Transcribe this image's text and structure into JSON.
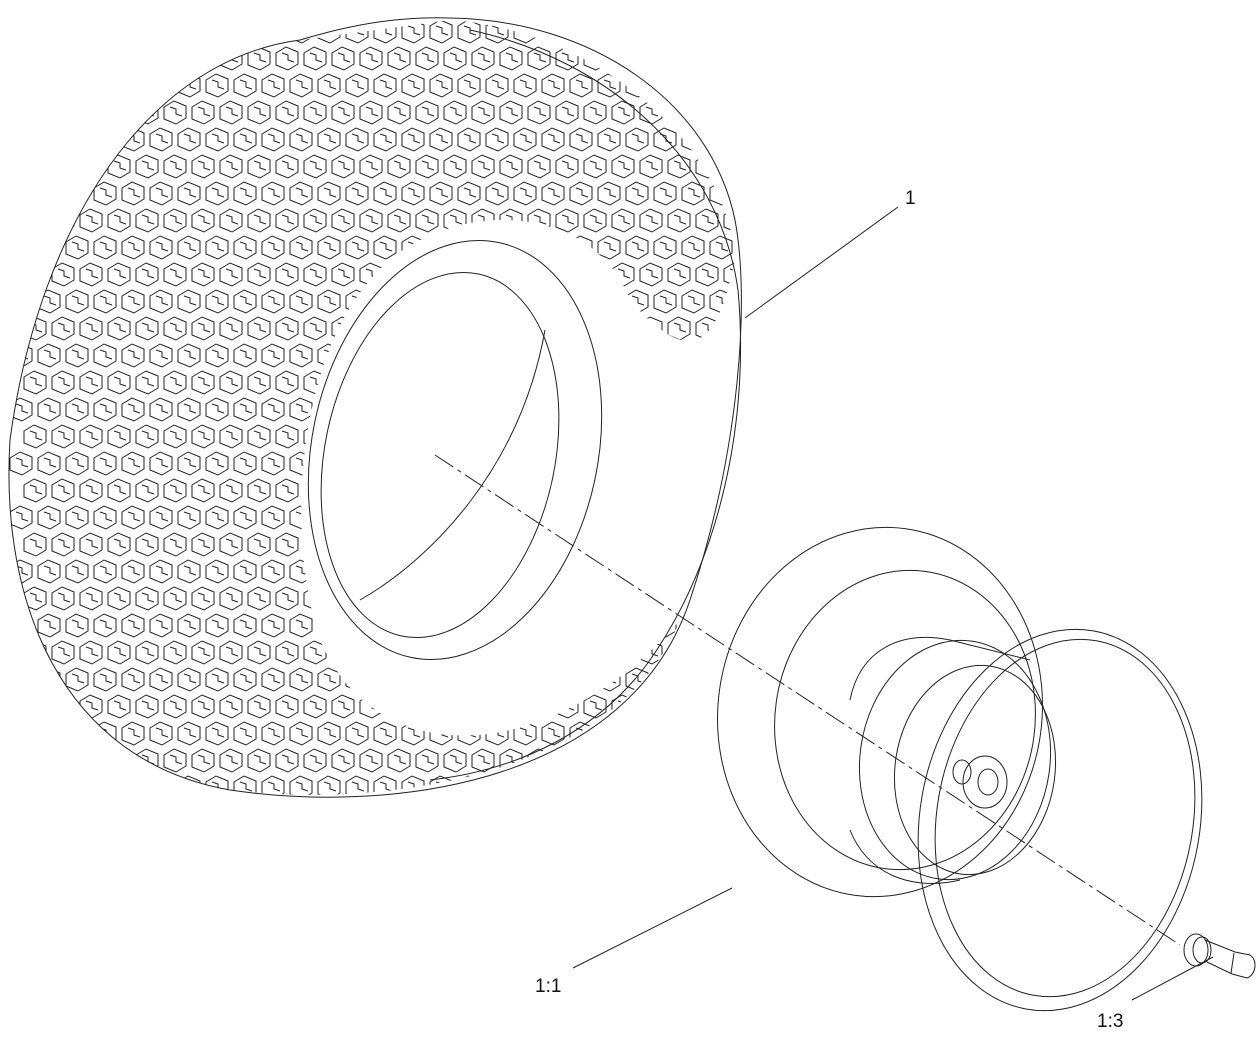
{
  "diagram": {
    "callouts": [
      {
        "id": "1",
        "label": "1",
        "part": "tire"
      },
      {
        "id": "1:1",
        "label": "1:1",
        "part": "wheel-rim"
      },
      {
        "id": "1:3",
        "label": "1:3",
        "part": "valve-stem"
      }
    ],
    "line_color": "#222222",
    "background": "#ffffff"
  }
}
